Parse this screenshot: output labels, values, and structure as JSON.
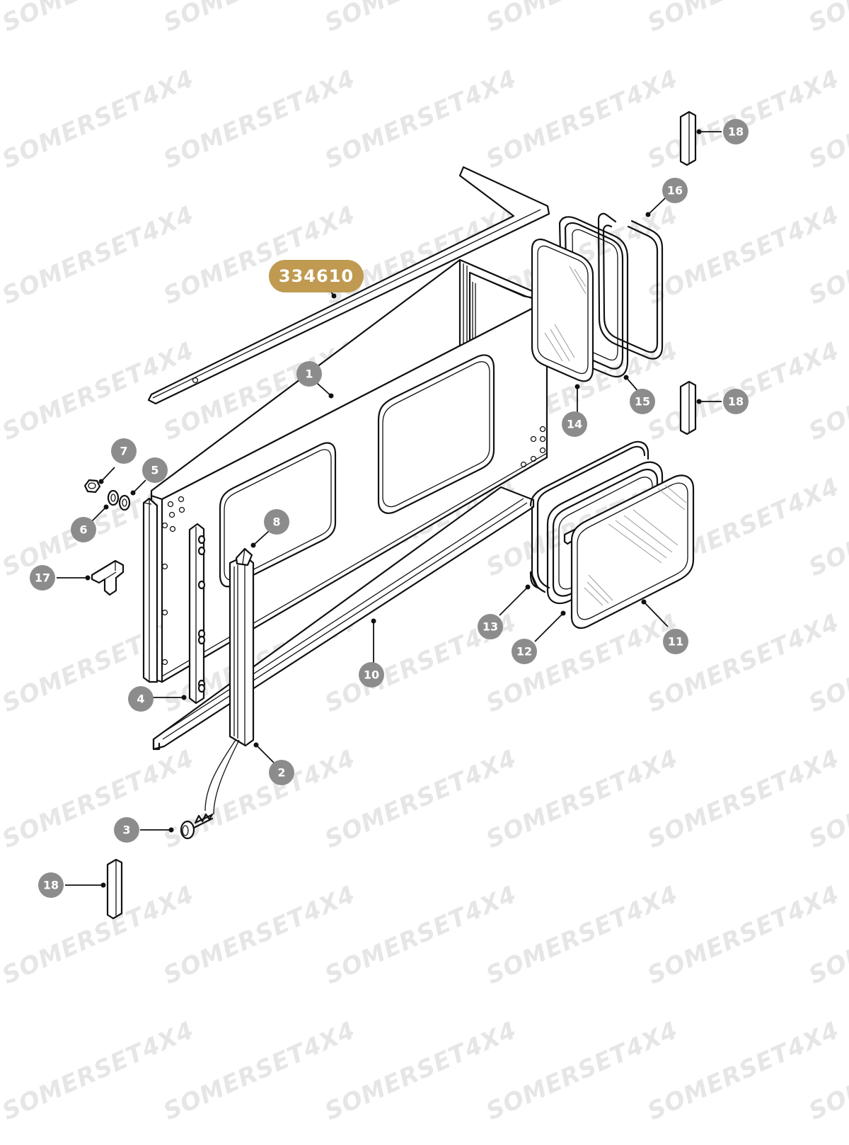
{
  "watermark": "SOMERSET4X4",
  "part_number": "334610",
  "colors": {
    "part_number_badge": "#bf9a50",
    "callout_badge": "#8c8c8c",
    "watermark": "#e6e6e6"
  },
  "callouts": {
    "c1": "1",
    "c2": "2",
    "c3": "3",
    "c4": "4",
    "c5": "5",
    "c6": "6",
    "c7": "7",
    "c8": "8",
    "c10": "10",
    "c11": "11",
    "c12": "12",
    "c13": "13",
    "c14": "14",
    "c15": "15",
    "c16": "16",
    "c17": "17",
    "c18a": "18",
    "c18b": "18",
    "c18c": "18"
  }
}
